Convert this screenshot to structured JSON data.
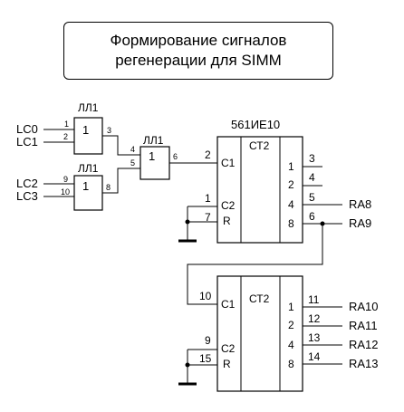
{
  "title": {
    "line1": "Формирование сигналов",
    "line2": "регенерации для SIMM"
  },
  "gates": {
    "g1": {
      "name": "ЛЛ1",
      "symbol": "1",
      "pin_in_a": "1",
      "pin_in_b": "2",
      "pin_out": "3"
    },
    "g2": {
      "name": "ЛЛ1",
      "symbol": "1",
      "pin_in_a": "9",
      "pin_in_b": "10",
      "pin_out": "8"
    },
    "g3": {
      "name": "ЛЛ1",
      "symbol": "1",
      "pin_in_a": "4",
      "pin_in_b": "5",
      "pin_out": "6"
    }
  },
  "inputs": [
    "LC0",
    "LC1",
    "LC2",
    "LC3"
  ],
  "counter1": {
    "name": "561ИЕ10",
    "function": "СТ2",
    "left_pins": [
      {
        "label": "C1",
        "num": "2"
      },
      {
        "label": "C2",
        "num": "1"
      },
      {
        "label": "R",
        "num": "7"
      }
    ],
    "right_pins": [
      {
        "weight": "1",
        "num": "3",
        "signal": ""
      },
      {
        "weight": "2",
        "num": "4",
        "signal": ""
      },
      {
        "weight": "4",
        "num": "5",
        "signal": "RA8"
      },
      {
        "weight": "8",
        "num": "6",
        "signal": "RA9"
      }
    ]
  },
  "counter2": {
    "function": "СТ2",
    "left_pins": [
      {
        "label": "C1",
        "num": "10"
      },
      {
        "label": "C2",
        "num": "9"
      },
      {
        "label": "R",
        "num": "15"
      }
    ],
    "right_pins": [
      {
        "weight": "1",
        "num": "11",
        "signal": "RA10"
      },
      {
        "weight": "2",
        "num": "12",
        "signal": "RA11"
      },
      {
        "weight": "4",
        "num": "13",
        "signal": "RA12"
      },
      {
        "weight": "8",
        "num": "14",
        "signal": "RA13"
      }
    ]
  }
}
